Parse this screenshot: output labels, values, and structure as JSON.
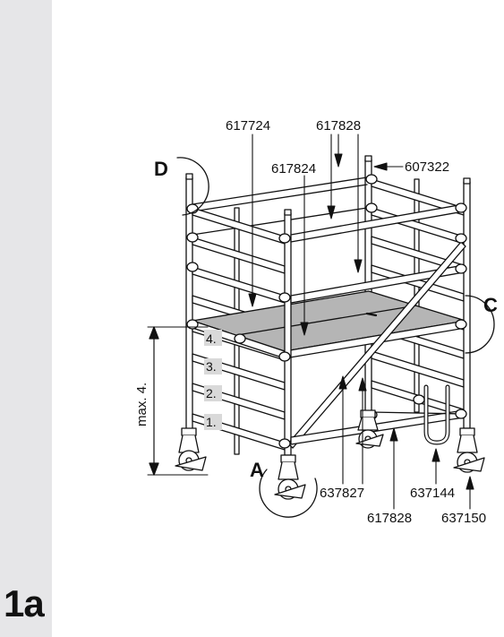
{
  "step": "1a",
  "detail_labels": {
    "a": "A",
    "c": "C",
    "d": "D"
  },
  "part_numbers": {
    "guard_rail_top_left": "617724",
    "guard_rail_top_right": "617828",
    "platform": "617824",
    "stabiliser_clip": "607322",
    "diagonal_brace": "637827",
    "base_connector": "637144",
    "horizontal_brace": "617828",
    "castor": "637150"
  },
  "max_height_label": "max. 4.",
  "levels": [
    "4.",
    "3.",
    "2.",
    "1."
  ],
  "colors": {
    "side_bar": "#e6e6e8",
    "platform": "#b5b5b5",
    "frame": "#ffffff",
    "line": "#111111",
    "level_bg": "#d9d9d9"
  }
}
